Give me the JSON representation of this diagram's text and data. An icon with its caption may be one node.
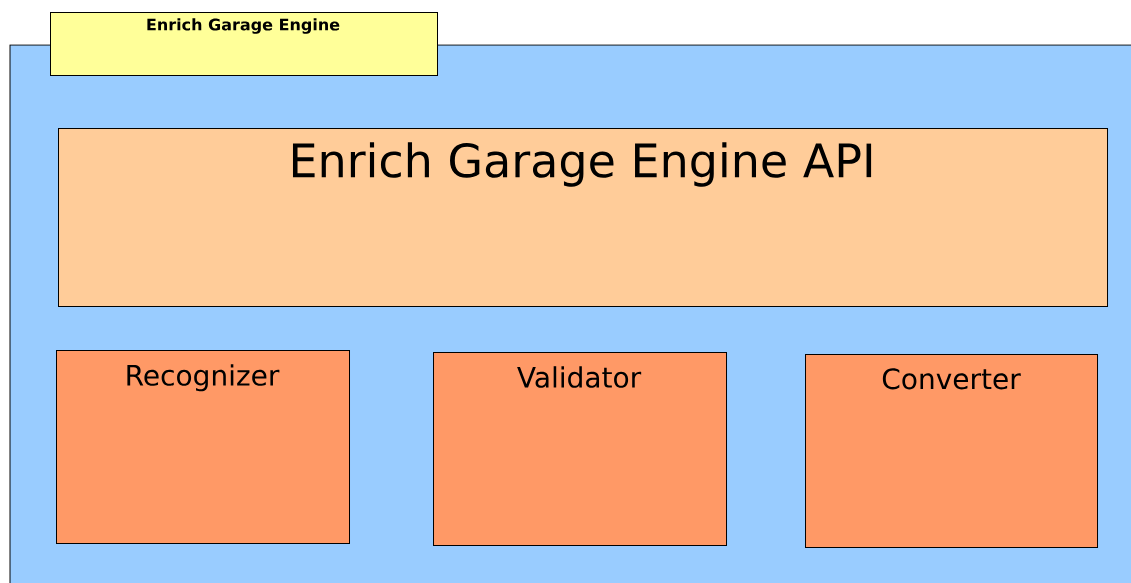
{
  "diagram": {
    "nodes": [
      {
        "text": [
          "Enrich Garage Engine"
        ]
      },
      {
        "text": [
          "Enrich Garage Engine API"
        ],
        "in": 0
      },
      {
        "text": [
          "Recognizer"
        ],
        "in": 0
      },
      {
        "text": [
          "Validator"
        ],
        "in": 0
      },
      {
        "text": [
          "Converter"
        ],
        "in": 0
      }
    ]
  }
}
